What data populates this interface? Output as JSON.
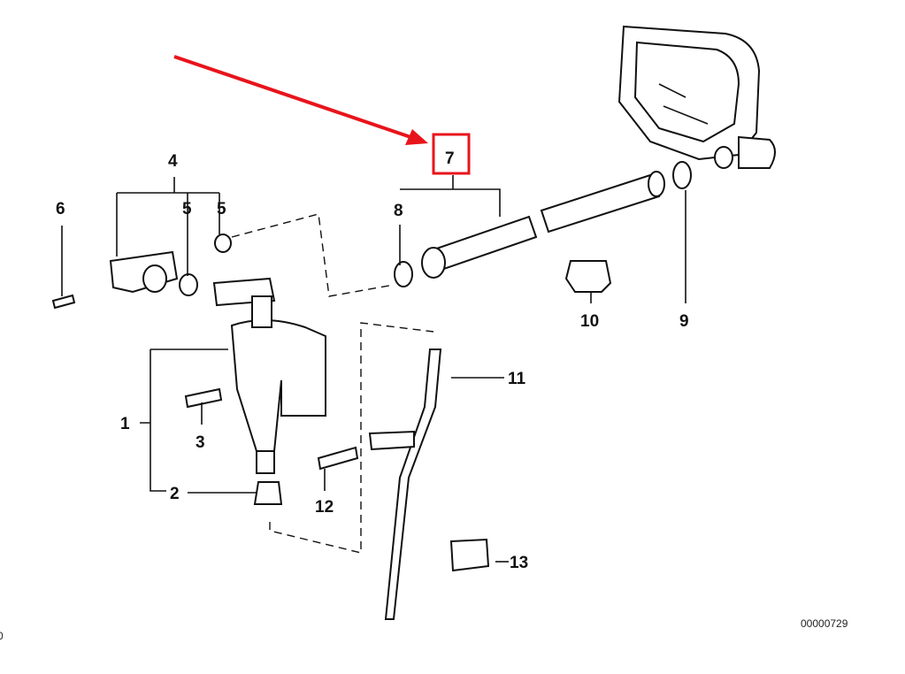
{
  "diagram": {
    "callouts": {
      "p1": "1",
      "p2": "2",
      "p3": "3",
      "p4": "4",
      "p5a": "5",
      "p5b": "5",
      "p6": "6",
      "p7": "7",
      "p8": "8",
      "p9": "9",
      "p10": "10",
      "p11": "11",
      "p12": "12",
      "p13": "13"
    },
    "highlighted_part": "7",
    "drawing_code": "00000729",
    "edge_fragment": "0",
    "colors": {
      "highlight": "#e8141b",
      "line": "#111111"
    }
  }
}
